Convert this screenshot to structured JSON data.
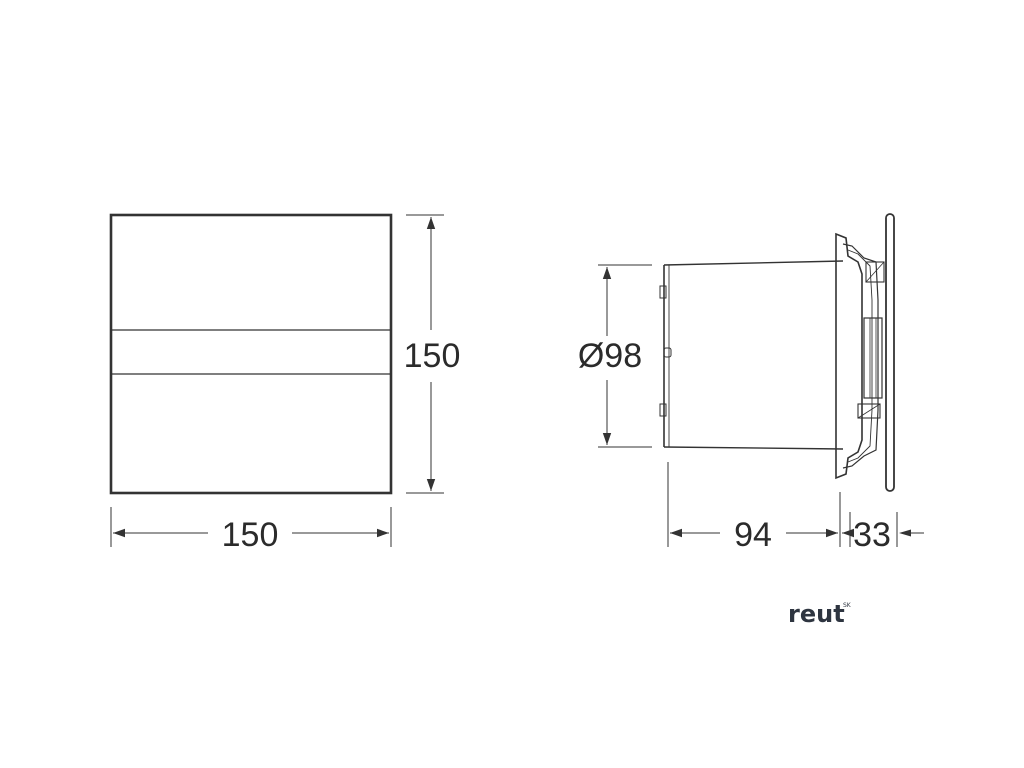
{
  "front_view": {
    "width_label": "150",
    "height_label": "150"
  },
  "side_view": {
    "diameter_label": "Ø98",
    "depth_label": "94",
    "flange_label": "33"
  },
  "logo": {
    "text": "reut",
    "superscript": "SK"
  },
  "colors": {
    "line": "#333333",
    "text": "#2b2b2b",
    "logo": "#2e3540"
  }
}
